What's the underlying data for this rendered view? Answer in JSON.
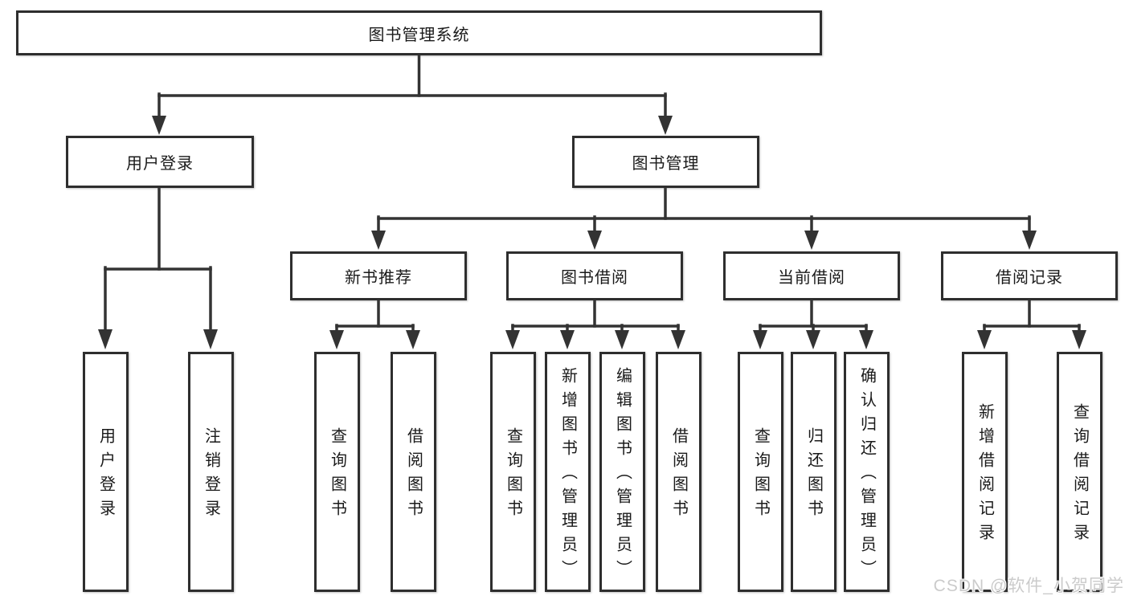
{
  "diagram": {
    "root": {
      "label": "图书管理系统"
    },
    "level1": [
      {
        "label": "用户登录"
      },
      {
        "label": "图书管理"
      }
    ],
    "level2": [
      {
        "label": "新书推荐"
      },
      {
        "label": "图书借阅"
      },
      {
        "label": "当前借阅"
      },
      {
        "label": "借阅记录"
      }
    ],
    "leaves": [
      {
        "label": "用户登录",
        "parent": "用户登录"
      },
      {
        "label": "注销登录",
        "parent": "用户登录"
      },
      {
        "label": "查询图书",
        "parent": "新书推荐"
      },
      {
        "label": "借阅图书",
        "parent": "新书推荐"
      },
      {
        "label": "查询图书",
        "parent": "图书借阅"
      },
      {
        "label": "新增图书（管理员）",
        "parent": "图书借阅"
      },
      {
        "label": "编辑图书（管理员）",
        "parent": "图书借阅"
      },
      {
        "label": "借阅图书",
        "parent": "图书借阅"
      },
      {
        "label": "查询图书",
        "parent": "当前借阅"
      },
      {
        "label": "归还图书",
        "parent": "当前借阅"
      },
      {
        "label": "确认归还（管理员）",
        "parent": "当前借阅"
      },
      {
        "label": "新增借阅记录",
        "parent": "借阅记录"
      },
      {
        "label": "查询借阅记录",
        "parent": "借阅记录"
      }
    ]
  },
  "watermark": {
    "text": "CSDN @软件_小贺同学"
  },
  "colors": {
    "line": "#333333",
    "box_border": "#2e2e2e",
    "box_fill": "#ffffff",
    "text": "#1a1a1a",
    "watermark": "#cbcbcb",
    "background": "#ffffff"
  }
}
